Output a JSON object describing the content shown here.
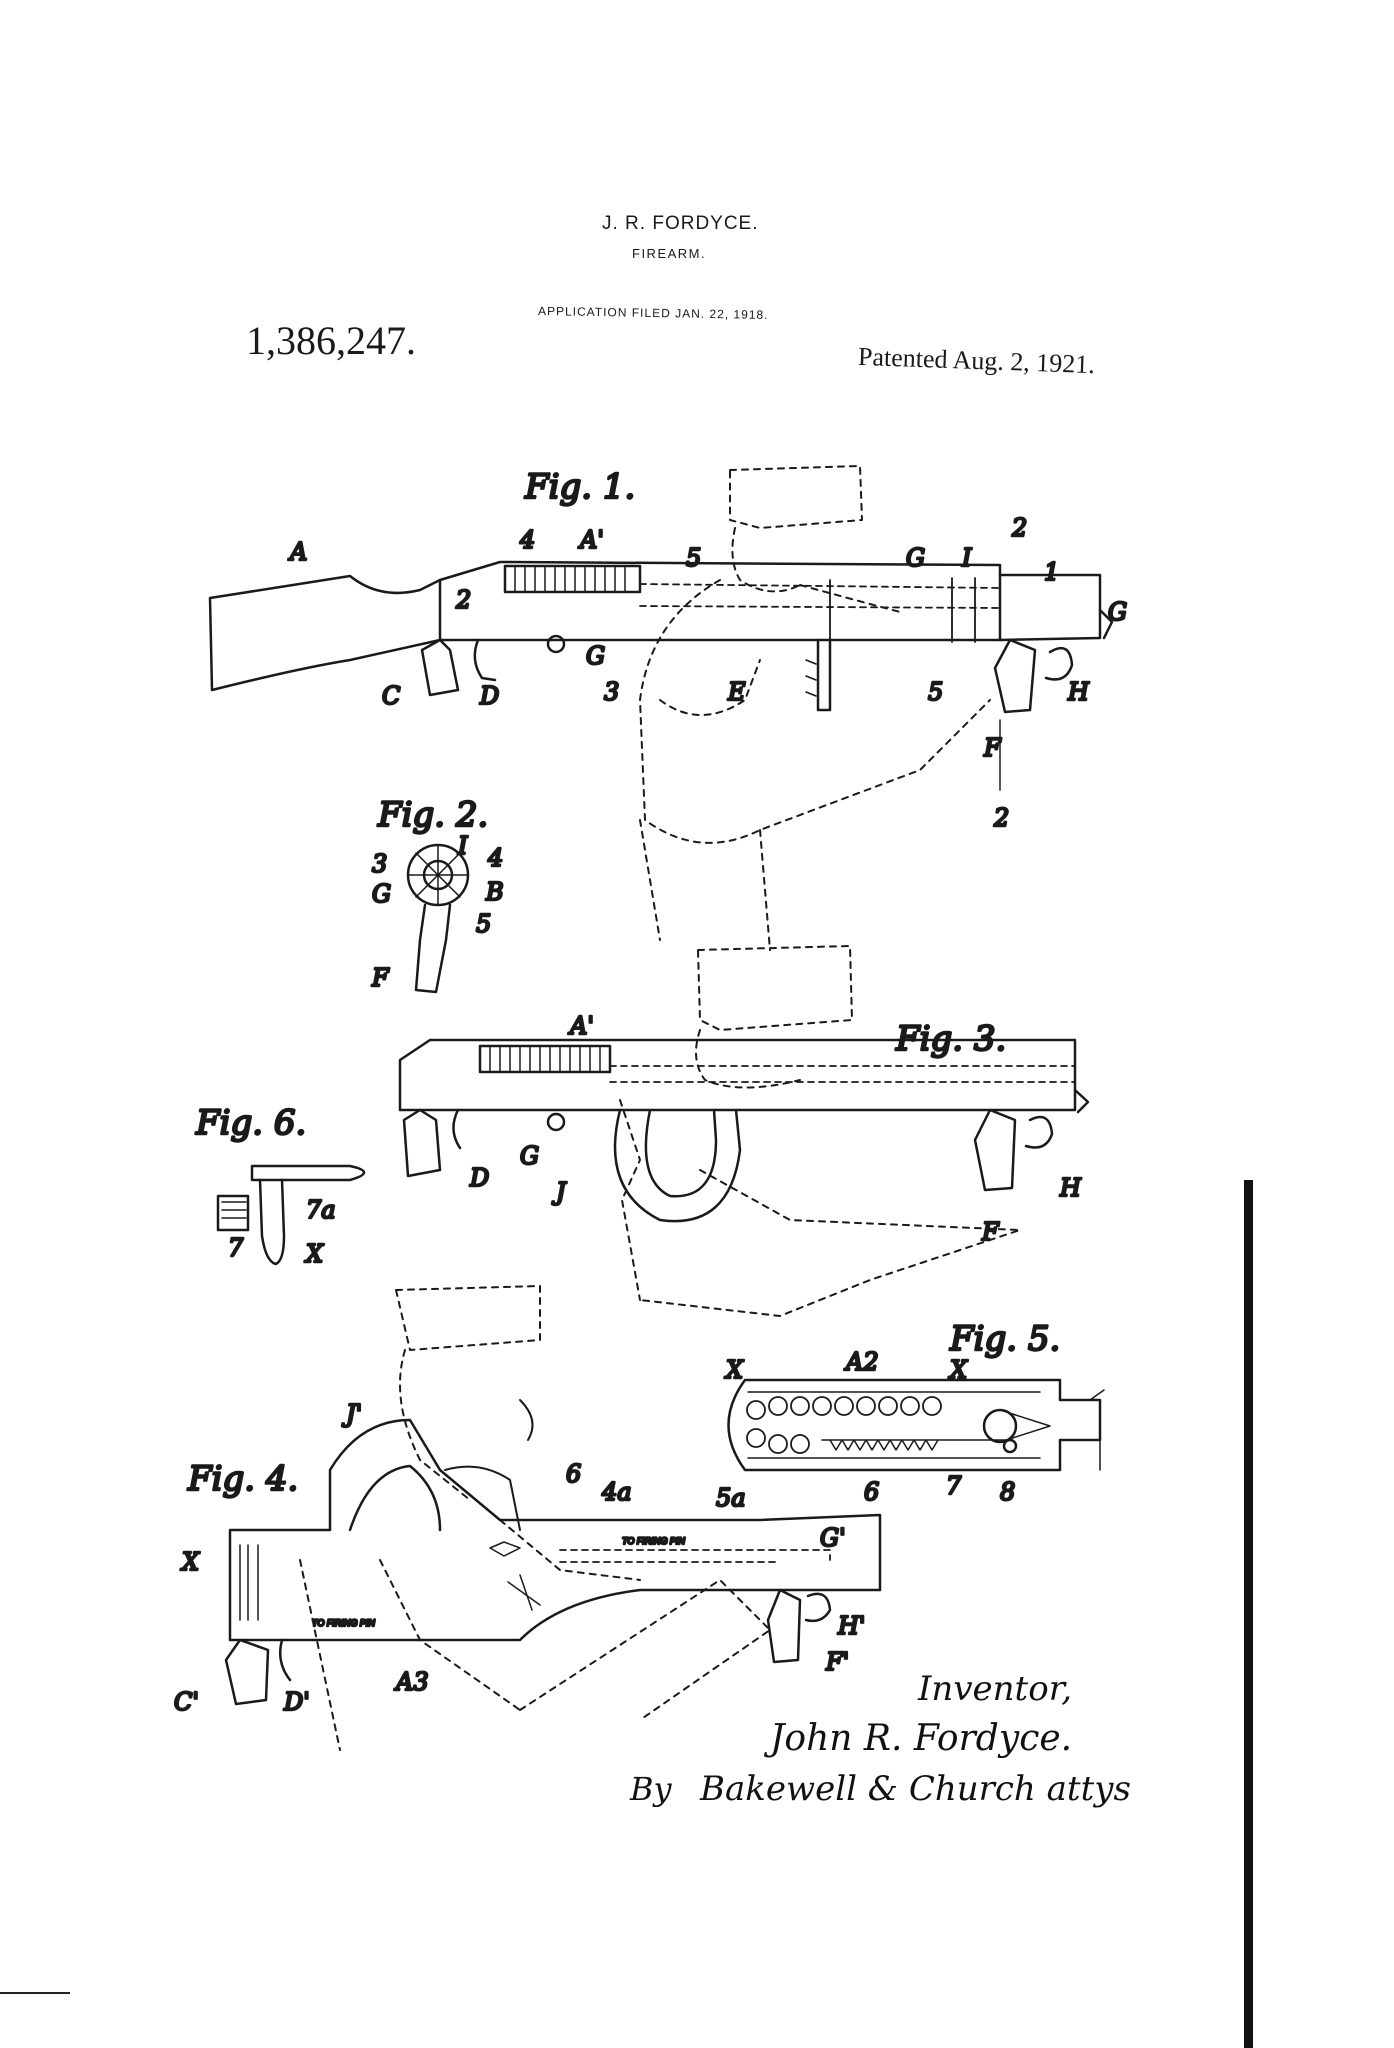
{
  "header": {
    "inventor_name": "J. R. FORDYCE.",
    "invention_title": "FIREARM.",
    "application_filed": "APPLICATION FILED JAN. 22, 1918.",
    "patent_number": "1,386,247.",
    "patented_date": "Patented Aug. 2, 1921."
  },
  "figures": {
    "fig1": {
      "label": "Fig. 1.",
      "refs": {
        "A": "A",
        "A1": "A'",
        "n4": "4",
        "n5": "5",
        "G": "G",
        "I": "I",
        "n2": "2",
        "n1": "1",
        "G2": "G",
        "C": "C",
        "D": "D",
        "n2b": "2",
        "G3": "G",
        "n3": "3",
        "E": "E",
        "n5b": "5",
        "H": "H",
        "F": "F",
        "n2c": "2"
      }
    },
    "fig2": {
      "label": "Fig. 2.",
      "refs": {
        "n3": "3",
        "I": "I",
        "n4": "4",
        "G": "G",
        "B": "B",
        "n5": "5",
        "F": "F"
      }
    },
    "fig3": {
      "label": "Fig. 3.",
      "refs": {
        "A1": "A'",
        "D": "D",
        "G": "G",
        "J": "J",
        "H": "H",
        "F": "F"
      }
    },
    "fig4": {
      "label": "Fig. 4.",
      "refs": {
        "J1": "J'",
        "n6": "6",
        "A4": "4a",
        "n5a": "5a",
        "n6b": "6",
        "G1": "G'",
        "X": "X",
        "C1": "C'",
        "D1": "D'",
        "A3": "A3",
        "H1": "H'",
        "F1": "F'"
      },
      "tiny_labels": {
        "firing_pin_1": "TO FIRING PIN",
        "firing_pin_2": "TO FIRING PIN"
      }
    },
    "fig5": {
      "label": "Fig. 5.",
      "refs": {
        "X": "X",
        "A2": "A2",
        "X2": "X",
        "n7": "7",
        "n8": "8"
      }
    },
    "fig6": {
      "label": "Fig. 6.",
      "refs": {
        "n7a": "7a",
        "n7": "7",
        "X": "X"
      }
    }
  },
  "signature": {
    "inventor_label": "Inventor,",
    "inventor_signature": "John R. Fordyce.",
    "by": "By",
    "attorneys": "Bakewell & Church attys"
  }
}
